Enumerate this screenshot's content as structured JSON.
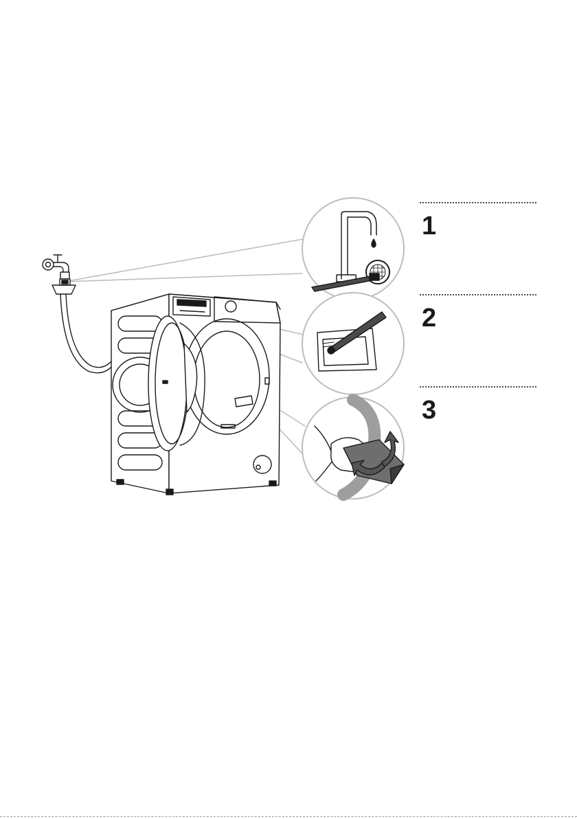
{
  "steps": [
    {
      "number": "1",
      "icon": "tap-filter-icon"
    },
    {
      "number": "2",
      "icon": "detergent-drawer-icon"
    },
    {
      "number": "3",
      "icon": "drain-filter-cap-icon"
    }
  ],
  "colors": {
    "line": "#1a1a1a",
    "circle_border": "#bdbdbd",
    "tool_fill": "#4a4a4a",
    "arrow_fill": "#555555"
  }
}
